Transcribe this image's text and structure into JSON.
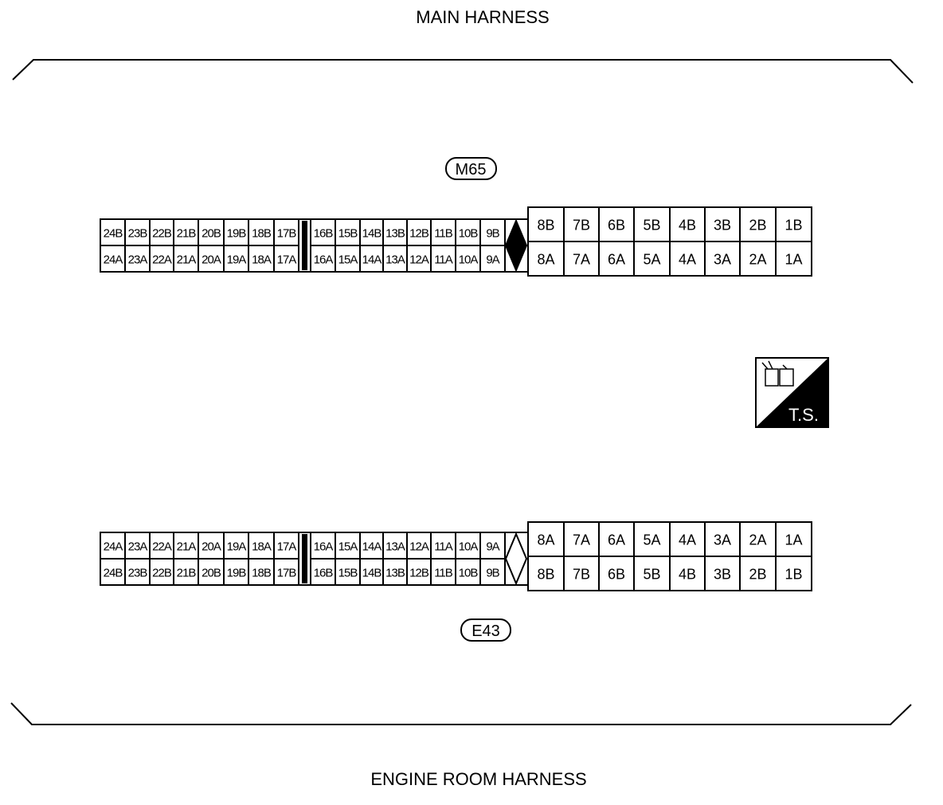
{
  "harness": {
    "top_label": "MAIN HARNESS",
    "bottom_label": "ENGINE ROOM HARNESS"
  },
  "connectors": [
    {
      "id": "M65",
      "small_top": [
        "24B",
        "23B",
        "22B",
        "21B",
        "20B",
        "19B",
        "18B",
        "17B",
        "16B",
        "15B",
        "14B",
        "13B",
        "12B",
        "11B",
        "10B",
        "9B"
      ],
      "small_bottom": [
        "24A",
        "23A",
        "22A",
        "21A",
        "20A",
        "19A",
        "18A",
        "17A",
        "16A",
        "15A",
        "14A",
        "13A",
        "12A",
        "11A",
        "10A",
        "9A"
      ],
      "large_top": [
        "8B",
        "7B",
        "6B",
        "5B",
        "4B",
        "3B",
        "2B",
        "1B"
      ],
      "large_bottom": [
        "8A",
        "7A",
        "6A",
        "5A",
        "4A",
        "3A",
        "2A",
        "1A"
      ],
      "key_filled": true
    },
    {
      "id": "E43",
      "small_top": [
        "24A",
        "23A",
        "22A",
        "21A",
        "20A",
        "19A",
        "18A",
        "17A",
        "16A",
        "15A",
        "14A",
        "13A",
        "12A",
        "11A",
        "10A",
        "9A"
      ],
      "small_bottom": [
        "24B",
        "23B",
        "22B",
        "21B",
        "20B",
        "19B",
        "18B",
        "17B",
        "16B",
        "15B",
        "14B",
        "13B",
        "12B",
        "11B",
        "10B",
        "9B"
      ],
      "large_top": [
        "8A",
        "7A",
        "6A",
        "5A",
        "4A",
        "3A",
        "2A",
        "1A"
      ],
      "large_bottom": [
        "8B",
        "7B",
        "6B",
        "5B",
        "4B",
        "3B",
        "2B",
        "1B"
      ],
      "key_filled": false
    }
  ],
  "ts_icon": {
    "label": "T.S."
  }
}
